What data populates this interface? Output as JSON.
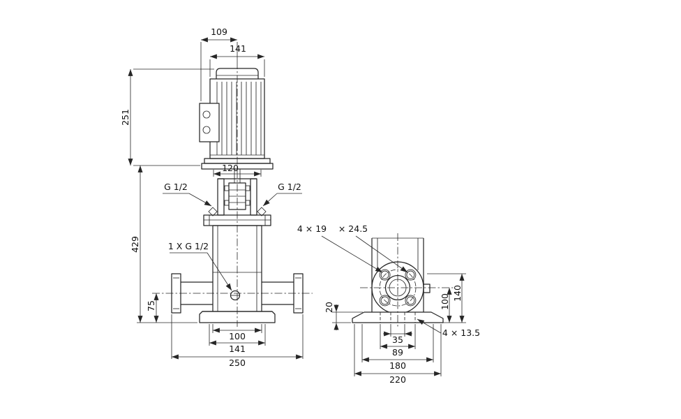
{
  "colors": {
    "bg": "#ffffff",
    "ink": "#262626"
  },
  "drawing": {
    "front": {
      "d109": "109",
      "d141_motor": "141",
      "d251": "251",
      "d120": "120",
      "g_left": "G 1/2",
      "g_right": "G 1/2",
      "d429": "429",
      "drain": "1 X G 1/2",
      "d75": "75",
      "d100": "100",
      "d141_base": "141",
      "d250": "250"
    },
    "base": {
      "holes": "4 × 19",
      "cbore": "× 24.5",
      "d20": "20",
      "d100": "100",
      "d140": "140",
      "bolt_holes": "4 × 13.5",
      "d35": "35",
      "d89": "89",
      "d180": "180",
      "d220": "220"
    }
  }
}
